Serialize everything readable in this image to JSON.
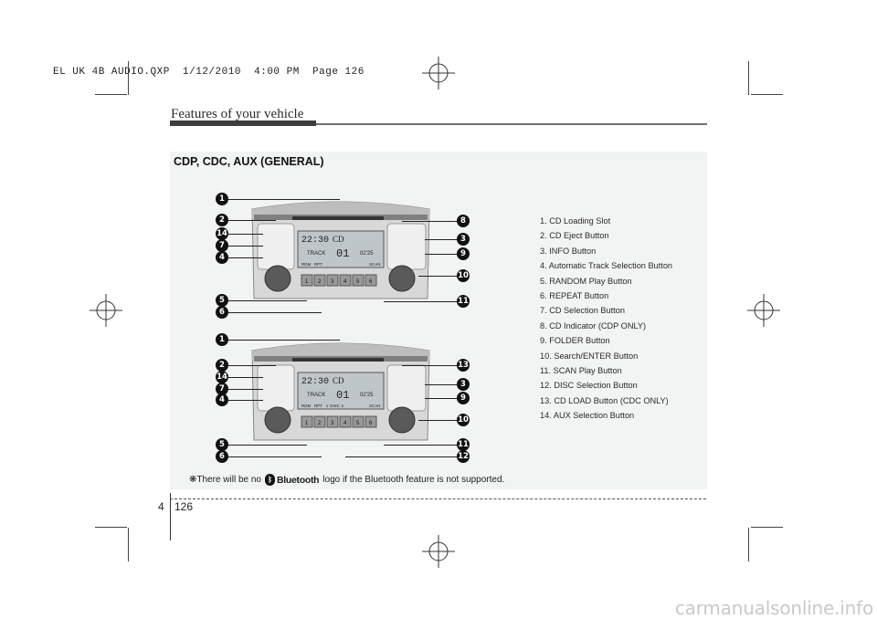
{
  "slug": "EL UK 4B AUDIO.QXP  1/12/2010  4:00 PM  Page 126",
  "header": {
    "title": "Features of your vehicle"
  },
  "section": {
    "title": "CDP, CDC, AUX (GENERAL)"
  },
  "legend": [
    "1. CD Loading Slot",
    "2. CD Eject Button",
    "3. INFO Button",
    "4. Automatic Track Selection Button",
    "5. RANDOM Play Button",
    "6. REPEAT Button",
    "7. CD Selection Button",
    "8. CD Indicator (CDP ONLY)",
    "9. FOLDER Button",
    "10. Search/ENTER Button",
    "11. SCAN Play Button",
    "12. DISC Selection Button",
    "13. CD LOAD Button (CDC ONLY)",
    "14. AUX Selection Button"
  ],
  "footnote": {
    "mark": "❋",
    "before": "There will be no",
    "logo": "Bluetooth",
    "after": "logo if the Bluetooth feature is not supported."
  },
  "footer": {
    "chapter": "4",
    "page": "126"
  },
  "watermark": "carmanualsonline.info",
  "radio_top": {
    "clock": "22:30",
    "mode": "CD",
    "track_label": "TRACK",
    "track_number": "01",
    "time": "02'25",
    "status_left": "RDM   RPT",
    "status_right": "SCAN",
    "preset_buttons": [
      "1",
      "2",
      "3",
      "4",
      "5",
      "6"
    ],
    "callouts_left": [
      "1",
      "2",
      "14",
      "7",
      "4",
      "5",
      "6"
    ],
    "callouts_right": [
      "8",
      "3",
      "9",
      "10",
      "11"
    ]
  },
  "radio_bottom": {
    "clock": "22:30",
    "mode": "CD",
    "track_label": "TRACK",
    "track_number": "01",
    "time": "02'25",
    "status_left": "RDM   RPT   ∨ DISC ∧",
    "status_right": "SCAN",
    "preset_buttons": [
      "1",
      "2",
      "3",
      "4",
      "5",
      "6"
    ],
    "callouts_left": [
      "1",
      "2",
      "14",
      "7",
      "4",
      "5",
      "6"
    ],
    "callouts_right": [
      "13",
      "3",
      "9",
      "10",
      "11",
      "12"
    ]
  },
  "icons": {
    "callout_shape": "filled-black-circle",
    "registration_mark": "crosshair-circle-icon"
  }
}
